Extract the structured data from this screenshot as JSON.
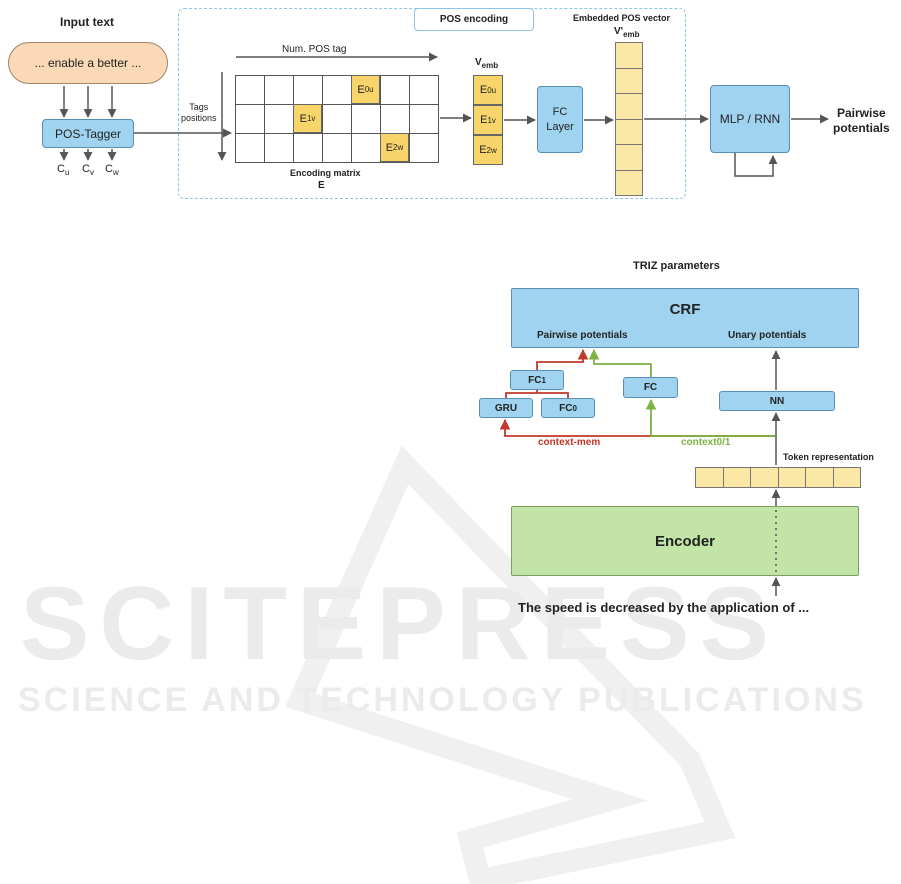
{
  "top_diagram": {
    "input_label": "Input text",
    "input_text": "... enable a better ...",
    "tagger_label": "POS-Tagger",
    "tag_outputs": [
      {
        "base": "C",
        "sub": "u"
      },
      {
        "base": "C",
        "sub": "v"
      },
      {
        "base": "C",
        "sub": "w"
      }
    ],
    "pos_encoding_title": "POS encoding",
    "num_pos_tag_label": "Num. POS tag",
    "tags_positions_label": "Tags\npositions",
    "matrix_caption": "Encoding matrix",
    "matrix_symbol": "E",
    "matrix_entries": [
      {
        "base": "E",
        "sub": "0u"
      },
      {
        "base": "E",
        "sub": "1v"
      },
      {
        "base": "E",
        "sub": "2w"
      }
    ],
    "vemb_label": {
      "base": "V",
      "sub": "emb"
    },
    "vemb_entries": [
      {
        "base": "E",
        "sub": "0u"
      },
      {
        "base": "E",
        "sub": "1v"
      },
      {
        "base": "E",
        "sub": "2w"
      }
    ],
    "fc_layer_label": "FC\nLayer",
    "embedded_title": "Embedded POS vector",
    "vprime_label": {
      "base": "V'",
      "sub": "emb"
    },
    "mlp_label": "MLP / RNN",
    "pairwise_output": "Pairwise\npotentials"
  },
  "bottom_diagram": {
    "title": "TRIZ parameters",
    "crf_label": "CRF",
    "pairwise_label": "Pairwise potentials",
    "unary_label": "Unary potentials",
    "fc1_label": {
      "base": "FC",
      "sub": "1"
    },
    "gru_label": "GRU",
    "fc0_label": {
      "base": "FC",
      "sub": "0"
    },
    "fc_label": "FC",
    "nn_label": "NN",
    "context_mem_label": "context-mem",
    "context01_label": "context0/1",
    "token_rep_label": "Token representation",
    "encoder_label": "Encoder",
    "sentence": "The speed is decreased by the application of ...",
    "colors": {
      "red": "#c0392b",
      "green": "#7cb342",
      "blue": "#9fd3f0",
      "encoder": "#c2e4a6",
      "yellow": "#f7d56a"
    }
  },
  "watermark": {
    "line1": "SCITEPRESS",
    "line2": "SCIENCE AND TECHNOLOGY PUBLICATIONS"
  }
}
